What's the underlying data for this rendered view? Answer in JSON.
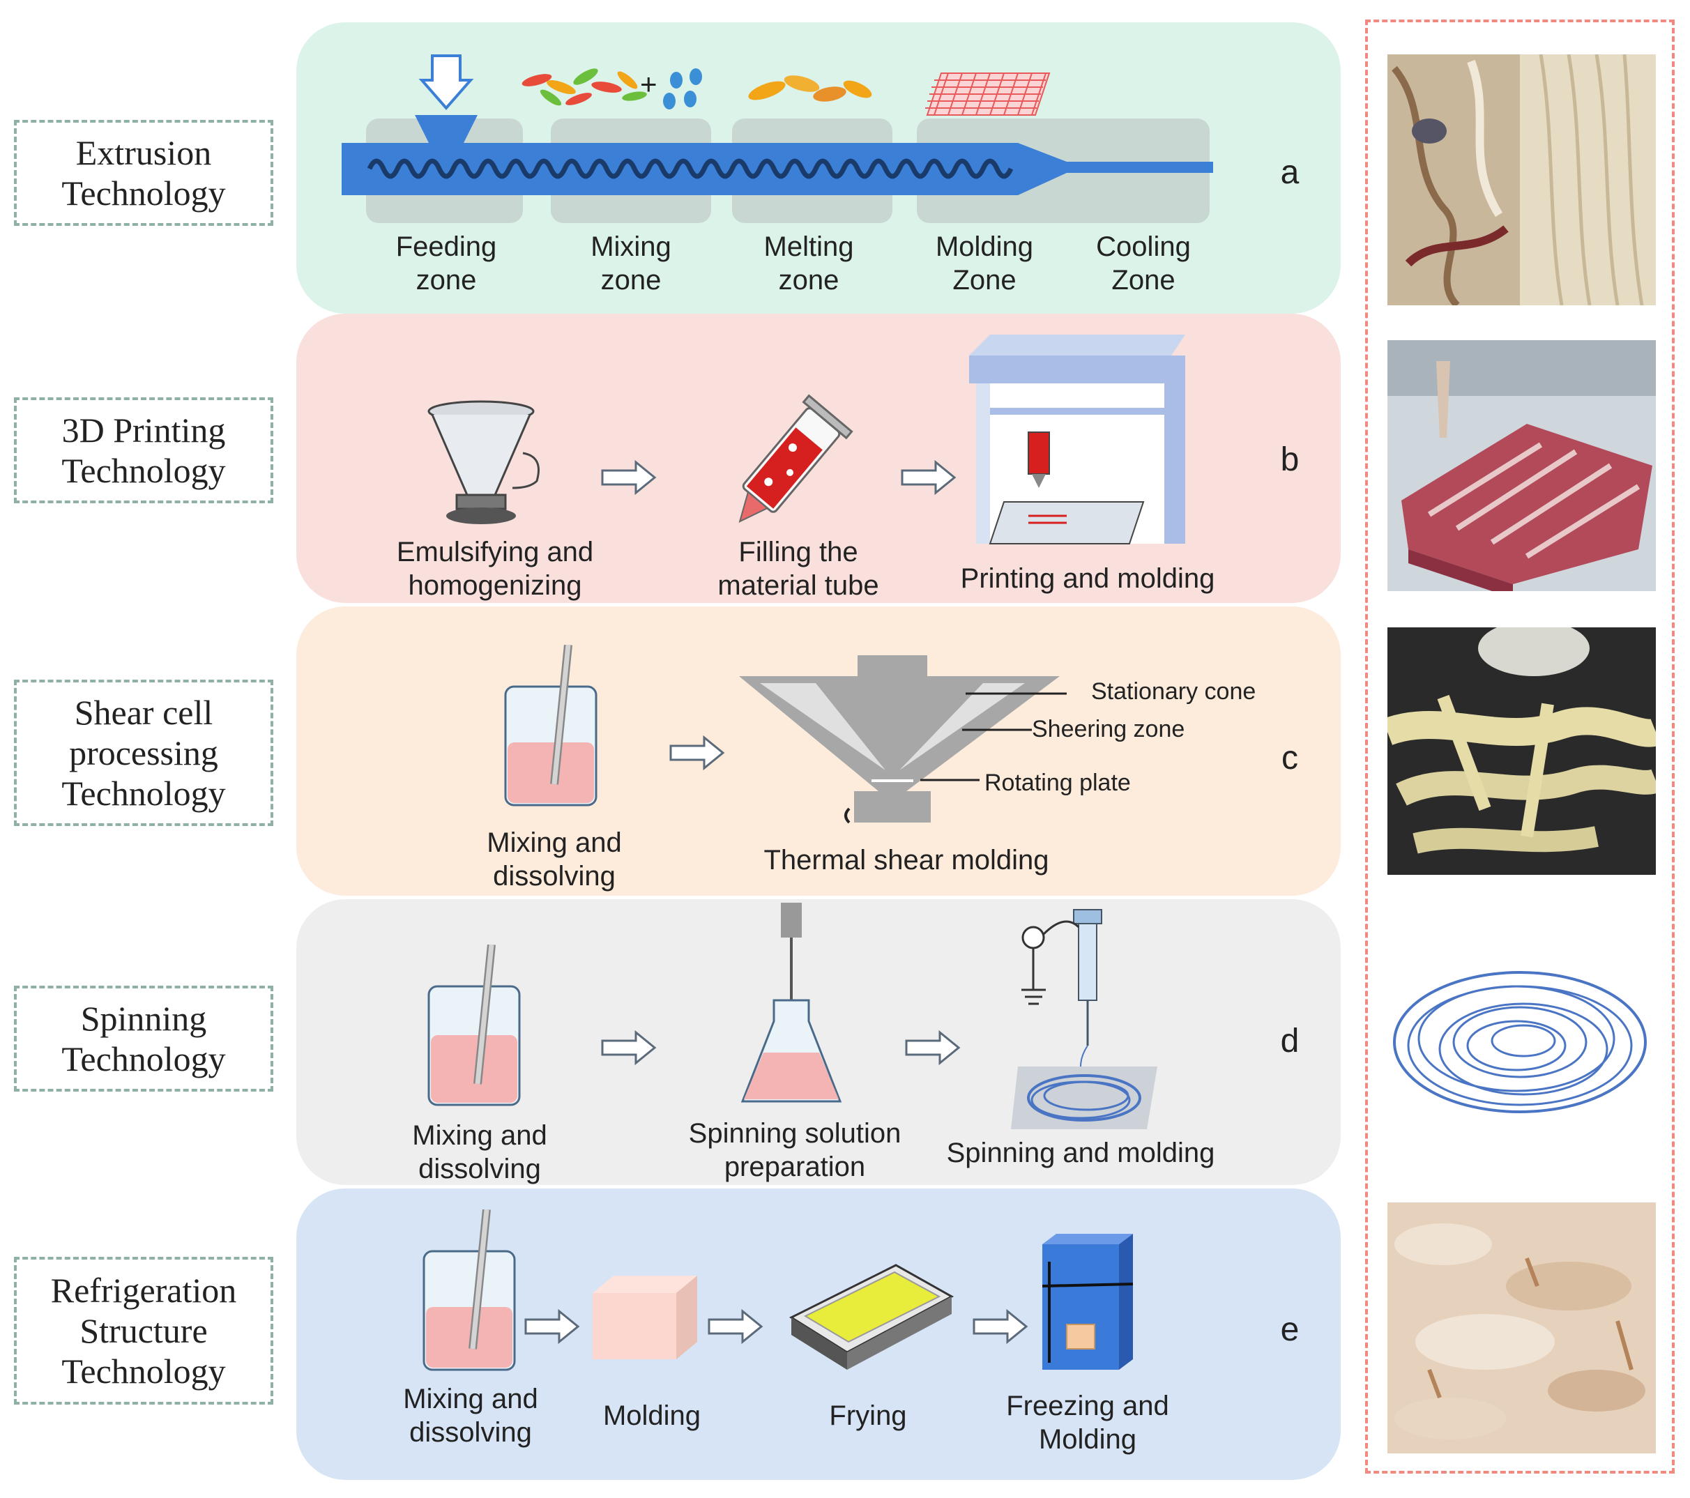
{
  "rows": [
    {
      "label": "Extrusion\nTechnology",
      "letter": "a",
      "panel_color": "#dcf3ea"
    },
    {
      "label": "3D Printing\nTechnology",
      "letter": "b",
      "panel_color": "#f9e0dc"
    },
    {
      "label": "Shear cell\nprocessing\nTechnology",
      "letter": "c",
      "panel_color": "#fdebdc"
    },
    {
      "label": "Spinning\nTechnology",
      "letter": "d",
      "panel_color": "#eeeeee"
    },
    {
      "label": "Refrigeration\nStructure\nTechnology",
      "letter": "e",
      "panel_color": "#d6e4f6"
    }
  ],
  "extrusion": {
    "zones": [
      "Feeding\nzone",
      "Mixing\nzone",
      "Melting\nzone",
      "Molding\nZone",
      "Cooling\nZone"
    ]
  },
  "printing": {
    "steps": [
      "Emulsifying and\nhomogenizing",
      "Filling the\nmaterial tube",
      "Printing and molding"
    ]
  },
  "shear": {
    "steps": [
      "Mixing and\ndissolving",
      "Thermal shear molding"
    ],
    "annotations": [
      "Stationary cone",
      "Sheering zone",
      "Rotating plate"
    ]
  },
  "spinning": {
    "steps": [
      "Mixing and\ndissolving",
      "Spinning solution\npreparation",
      "Spinning and molding"
    ]
  },
  "refrigeration": {
    "steps": [
      "Mixing and\ndissolving",
      "Molding",
      "Frying",
      "Freezing and\nMolding"
    ]
  },
  "colors": {
    "screw_blue": "#3b7fd6",
    "arrow_outline": "#5a6a7a",
    "frame_dashed": "#f08a80",
    "label_dashed": "#8fb0a4"
  }
}
